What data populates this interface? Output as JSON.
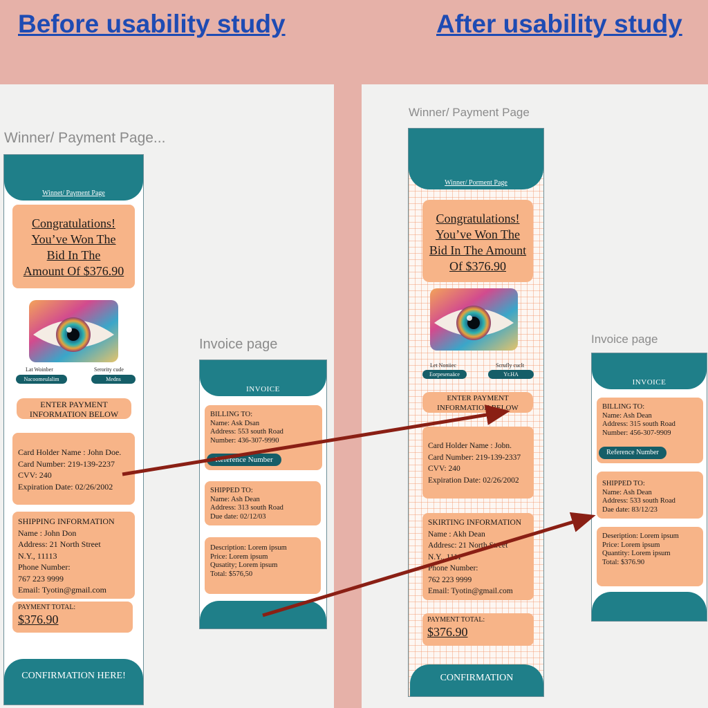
{
  "headings": {
    "before": "Before usability study",
    "after": "After usability study"
  },
  "colors": {
    "background": "#e6b1a8",
    "panel": "#f1f1f0",
    "teal": "#1f7f89",
    "card": "#f7b488",
    "heading": "#1e4bb3",
    "arrow": "#8a1f14"
  },
  "before": {
    "winner_caption": "Winner/ Payment Page...",
    "winner": {
      "header_link": "Winnet/ Paγment Page",
      "congrats": [
        "Congratulations!",
        "You’ve Won The",
        "Bid In The",
        "Amount Of $376.90"
      ],
      "image_icon": "eye-image",
      "lot_label": "Lat Woinber",
      "lot_value": "Nacoomeulalim",
      "security_label": "Serority cude",
      "security_value": "Medns",
      "enter_payment": [
        "ENTER PAYMENT",
        "INFORMATION BELOW"
      ],
      "card_info": [
        "Card Holder Name : John Doe.",
        "Card Number: 219-139-2237",
        "CVV: 240",
        "Expiration Date: 02/26/2002"
      ],
      "shipping_info": [
        "SHIPPING INFORMATION",
        "Name : John Don",
        "Address: 21 North Street",
        "N.Y., 11113",
        "Phone Number:",
        "767 223 9999",
        "Email: Tyotin@gmail.com"
      ],
      "payment_total_label": "PAYMENT TOTAL:",
      "payment_total_value": "$376.90",
      "confirmation": [
        "CONFIRMATION",
        "HERE!"
      ]
    },
    "invoice_caption": "Invoice page",
    "invoice": {
      "title": "INVOICE",
      "billing": [
        "BILLING TO:",
        "Name: Ask Dsan",
        "Address: 553 south Road",
        "Number: 436-307-9990"
      ],
      "reference_button": "Reference Number",
      "shipped": [
        "SHIPPED TO:",
        "Name: Ash Dean",
        "Address: 313 south Road",
        "Due date: 02/12/03"
      ],
      "description": [
        "Description: Lorem ipsum",
        "Price: Lorem ipsum",
        "Qusatity; Lorem ipsum",
        "Total: $576,50"
      ]
    }
  },
  "after": {
    "winner_caption": "Winner/ Payment Page",
    "winner": {
      "header_link": "Winner/ Porment Page",
      "congrats": [
        "Congratulations!",
        "You’ve Won The",
        "Bid In The Amount",
        "Of $376.90"
      ],
      "image_icon": "eye-image",
      "lot_label": "Let Noniiec",
      "lot_value": "Eorpesenaäce",
      "security_label": "Scrufly cuclt",
      "security_value": "Yr.HA",
      "enter_payment": [
        "ENTER PAYMENT",
        "INFORMATION BELOW"
      ],
      "card_info": [
        "Card Holder Name : Jobn.",
        "Card Number: 219-139-2337",
        "CVV: 240",
        "Expiration Date: 02/26/2002"
      ],
      "shipping_info": [
        "SKIRTING INFORMATION",
        "Name : Akh Dean",
        "Addresc: 21 North Street",
        "N.Y., 1111",
        "Phone Number:",
        "762 223 9999",
        "Email: Tyotin@gmail.com"
      ],
      "payment_total_label": "PAYMENT TOTAL:",
      "payment_total_value": "$376.90",
      "confirmation": [
        "CONFIRMATION"
      ]
    },
    "invoice_caption": "Invoice page",
    "invoice": {
      "title": "INVOICE",
      "billing": [
        "BILLING TO:",
        "Name: Ash Dean",
        "Address: 315 south Road",
        "Number: 456-307-9909"
      ],
      "reference_button": "Reference Number",
      "shipped": [
        "SHIPPED TO:",
        "Name: Ash Dean",
        "Address: 533 south Road",
        "Dae date: 83/12/23"
      ],
      "description": [
        "Deseription: Lorem ipsum",
        "Price: Lorem ipsum",
        "Quantity: Lorem ipsum",
        "Total: $376.90"
      ]
    }
  }
}
